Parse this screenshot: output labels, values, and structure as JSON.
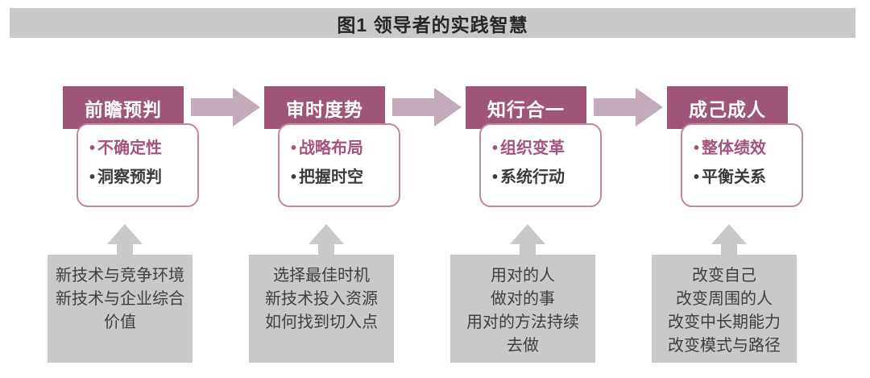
{
  "figure_title": "图1 领导者的实践智慧",
  "colors": {
    "stage_header_bg": "#9e5577",
    "flow_arrow_pink": "#c4abbc",
    "card_border_pink": "#c186a2",
    "bullet_primary_text": "#a4537e",
    "bullet_secondary_text": "#3b3b3b",
    "panel_gray": "#c9c9c9",
    "title_text": "#262626",
    "panel_text": "#3f3f3f"
  },
  "columns": [
    {
      "header": "前瞻预判",
      "bullets": [
        "不确定性",
        "洞察预判"
      ],
      "inputs": [
        "新技术与竞争环境",
        "新技术与企业综合",
        "价值"
      ]
    },
    {
      "header": "审时度势",
      "bullets": [
        "战略布局",
        "把握时空"
      ],
      "inputs": [
        "选择最佳时机",
        "新技术投入资源",
        "如何找到切入点"
      ]
    },
    {
      "header": "知行合一",
      "bullets": [
        "组织变革",
        "系统行动"
      ],
      "inputs": [
        "用对的人",
        "做对的事",
        "用对的方法持续",
        "去做"
      ]
    },
    {
      "header": "成己成人",
      "bullets": [
        "整体绩效",
        "平衡关系"
      ],
      "inputs": [
        "改变自己",
        "改变周围的人",
        "改变中长期能力",
        "改变模式与路径"
      ]
    }
  ]
}
